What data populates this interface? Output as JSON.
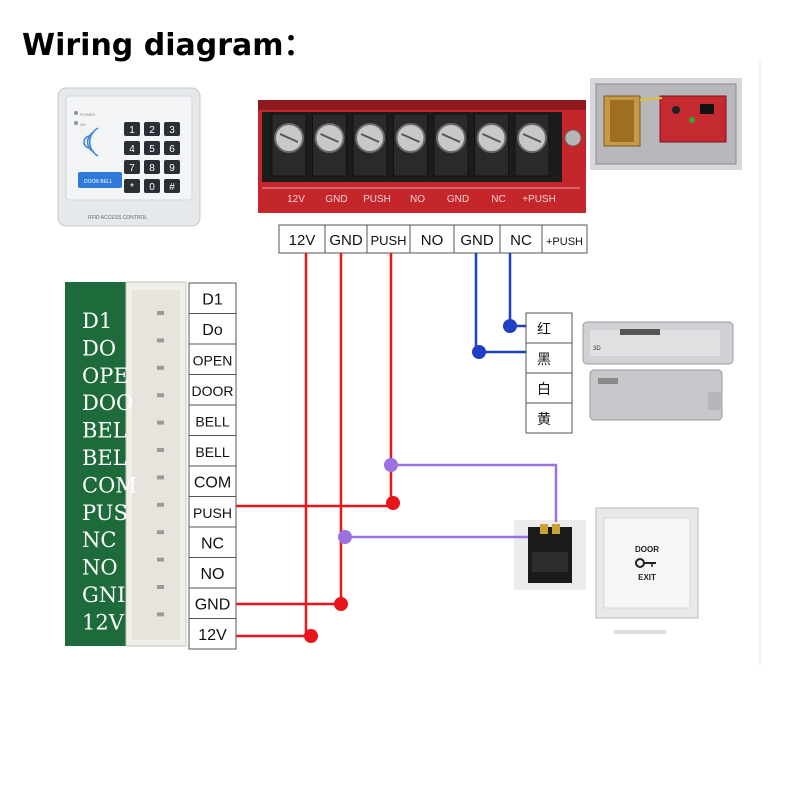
{
  "title": "Wiring diagram：",
  "keypad": {
    "keys": [
      "1",
      "2",
      "3",
      "4",
      "5",
      "6",
      "7",
      "8",
      "9",
      "*",
      "0",
      "#"
    ],
    "bell_label": "DOOR BELL",
    "brand": "RFID ACCESS CONTROL"
  },
  "power_supply": {
    "terminal_labels": [
      "12V",
      "GND",
      "PUSH",
      "NO",
      "GND",
      "NC",
      "+PUSH"
    ],
    "photo_labels": [
      "12V",
      "GND",
      "PUSH",
      "NO",
      "GND",
      "NC",
      "+PUSH"
    ]
  },
  "controller": {
    "pcb_labels": [
      "D1",
      "DO",
      "OPE",
      "DOO",
      "BEL",
      "BEL",
      "COM",
      "PUS",
      "NC",
      "NO",
      "GNI",
      "12V"
    ],
    "terminal_labels": [
      "D1",
      "Do",
      "OPEN",
      "DOOR",
      "BELL",
      "BELL",
      "COM",
      "PUSH",
      "NC",
      "NO",
      "GND",
      "12V"
    ]
  },
  "lock": {
    "wire_labels": [
      "红",
      "黑",
      "白",
      "黄"
    ],
    "small_label": "3D"
  },
  "exit_button": {
    "line1": "DOOR",
    "line2": "EXIT"
  },
  "colors": {
    "red_wire": "#e8161c",
    "blue_wire": "#1f3fc4",
    "purple_wire": "#9b72e0",
    "pcb_green": "#1d6b3a",
    "psu_red": "#c4262b"
  }
}
